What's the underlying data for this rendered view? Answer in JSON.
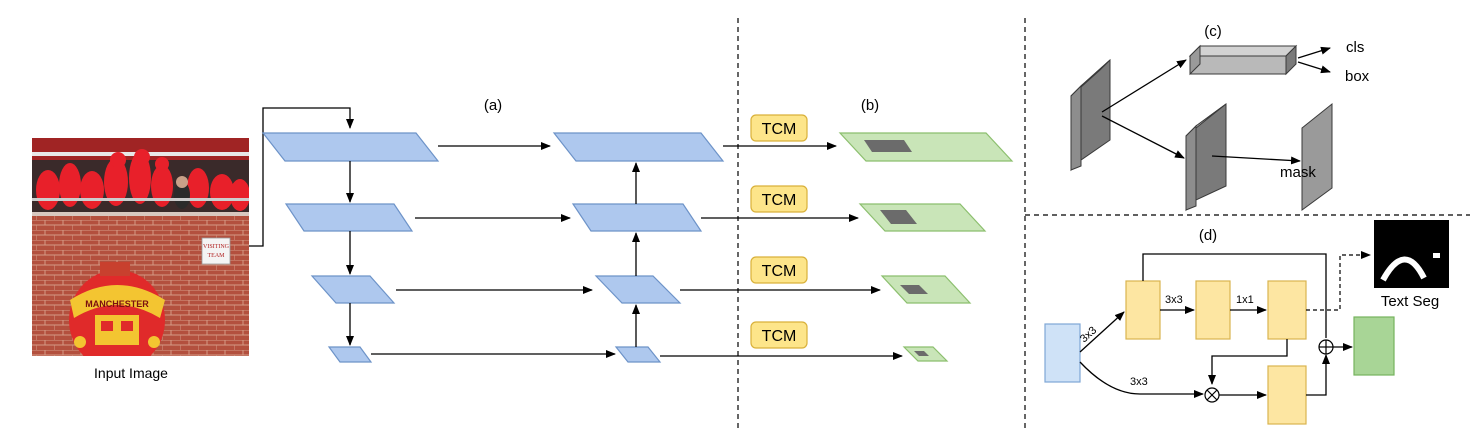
{
  "labels": {
    "input_image": "Input Image",
    "section_a": "(a)",
    "section_b": "(b)",
    "section_c": "(c)",
    "section_d": "(d)",
    "tcm": [
      "TCM",
      "TCM",
      "TCM",
      "TCM"
    ],
    "cls": "cls",
    "box": "box",
    "mask": "mask",
    "text_seg": "Text Seg",
    "conv_3x3_a": "3x3",
    "conv_3x3_b": "3x3",
    "conv_1x1": "1x1",
    "conv_3x3_c": "3x3",
    "sign_text": [
      "VISITING",
      "TEAM"
    ],
    "crest_text": "MANCHESTER"
  },
  "colors": {
    "fpn_blue": "#aec8ee",
    "output_green": "#c9e5b8",
    "tcm_yellow": "#fde58a",
    "block_yellow": "#fde6a2",
    "input_blue": "#cfe2f7",
    "output_block_green": "#a8d596"
  },
  "icons": {
    "add_symbol": "circle-plus-icon",
    "multiply_symbol": "circle-times-icon"
  }
}
